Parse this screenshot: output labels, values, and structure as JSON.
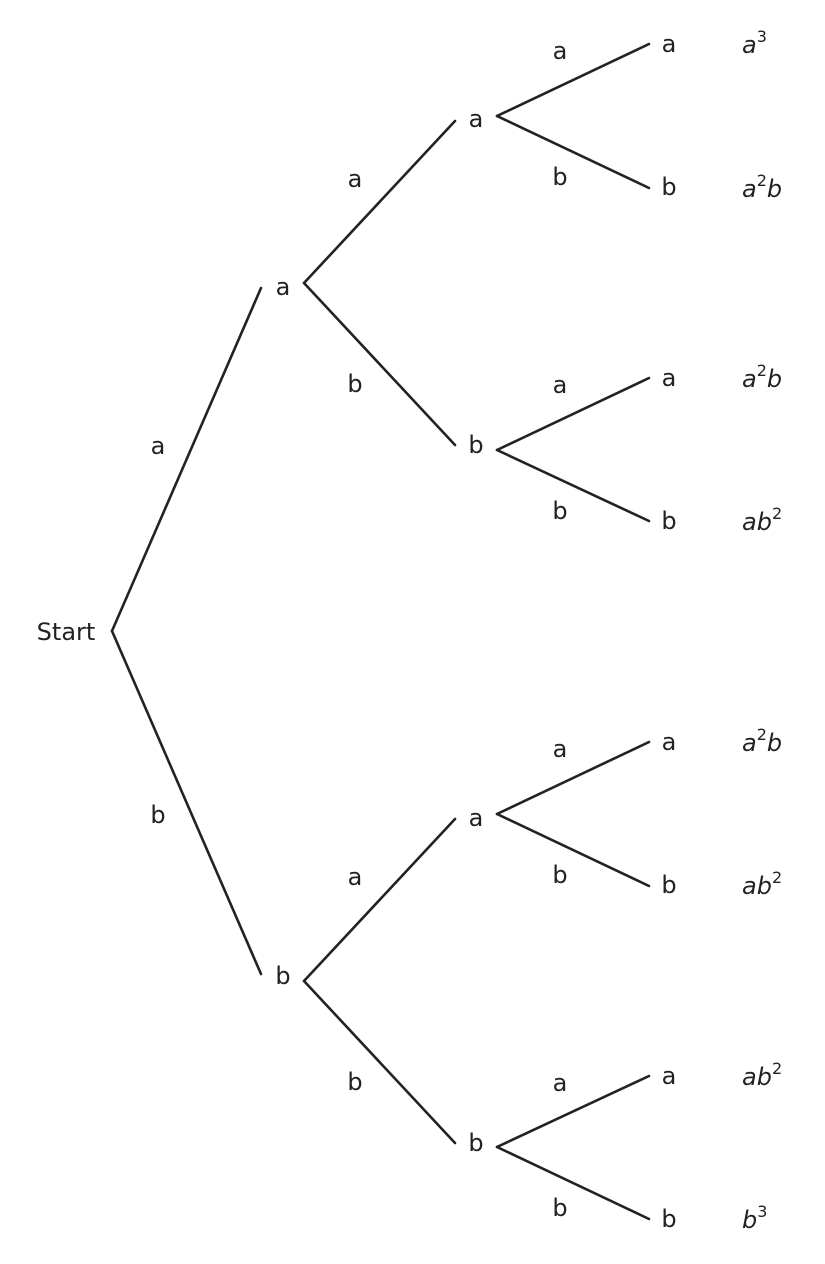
{
  "start_label": "Start",
  "level1": [
    {
      "node": "a",
      "edge": "a"
    },
    {
      "node": "b",
      "edge": "b"
    }
  ],
  "level2": [
    {
      "node": "a",
      "edge": "a"
    },
    {
      "node": "b",
      "edge": "b"
    },
    {
      "node": "a",
      "edge": "a"
    },
    {
      "node": "b",
      "edge": "b"
    }
  ],
  "level3": [
    {
      "node": "a",
      "edge": "a",
      "result": {
        "base": "a",
        "exp": "3"
      }
    },
    {
      "node": "b",
      "edge": "b",
      "result": {
        "base": "a",
        "exp": "2",
        "tail": "b"
      }
    },
    {
      "node": "a",
      "edge": "a",
      "result": {
        "base": "a",
        "exp": "2",
        "tail": "b"
      }
    },
    {
      "node": "b",
      "edge": "b",
      "result": {
        "base": "ab",
        "exp": "2"
      }
    },
    {
      "node": "a",
      "edge": "a",
      "result": {
        "base": "a",
        "exp": "2",
        "tail": "b"
      }
    },
    {
      "node": "b",
      "edge": "b",
      "result": {
        "base": "ab",
        "exp": "2"
      }
    },
    {
      "node": "a",
      "edge": "a",
      "result": {
        "base": "ab",
        "exp": "2"
      }
    },
    {
      "node": "b",
      "edge": "b",
      "result": {
        "base": "b",
        "exp": "3"
      }
    }
  ]
}
